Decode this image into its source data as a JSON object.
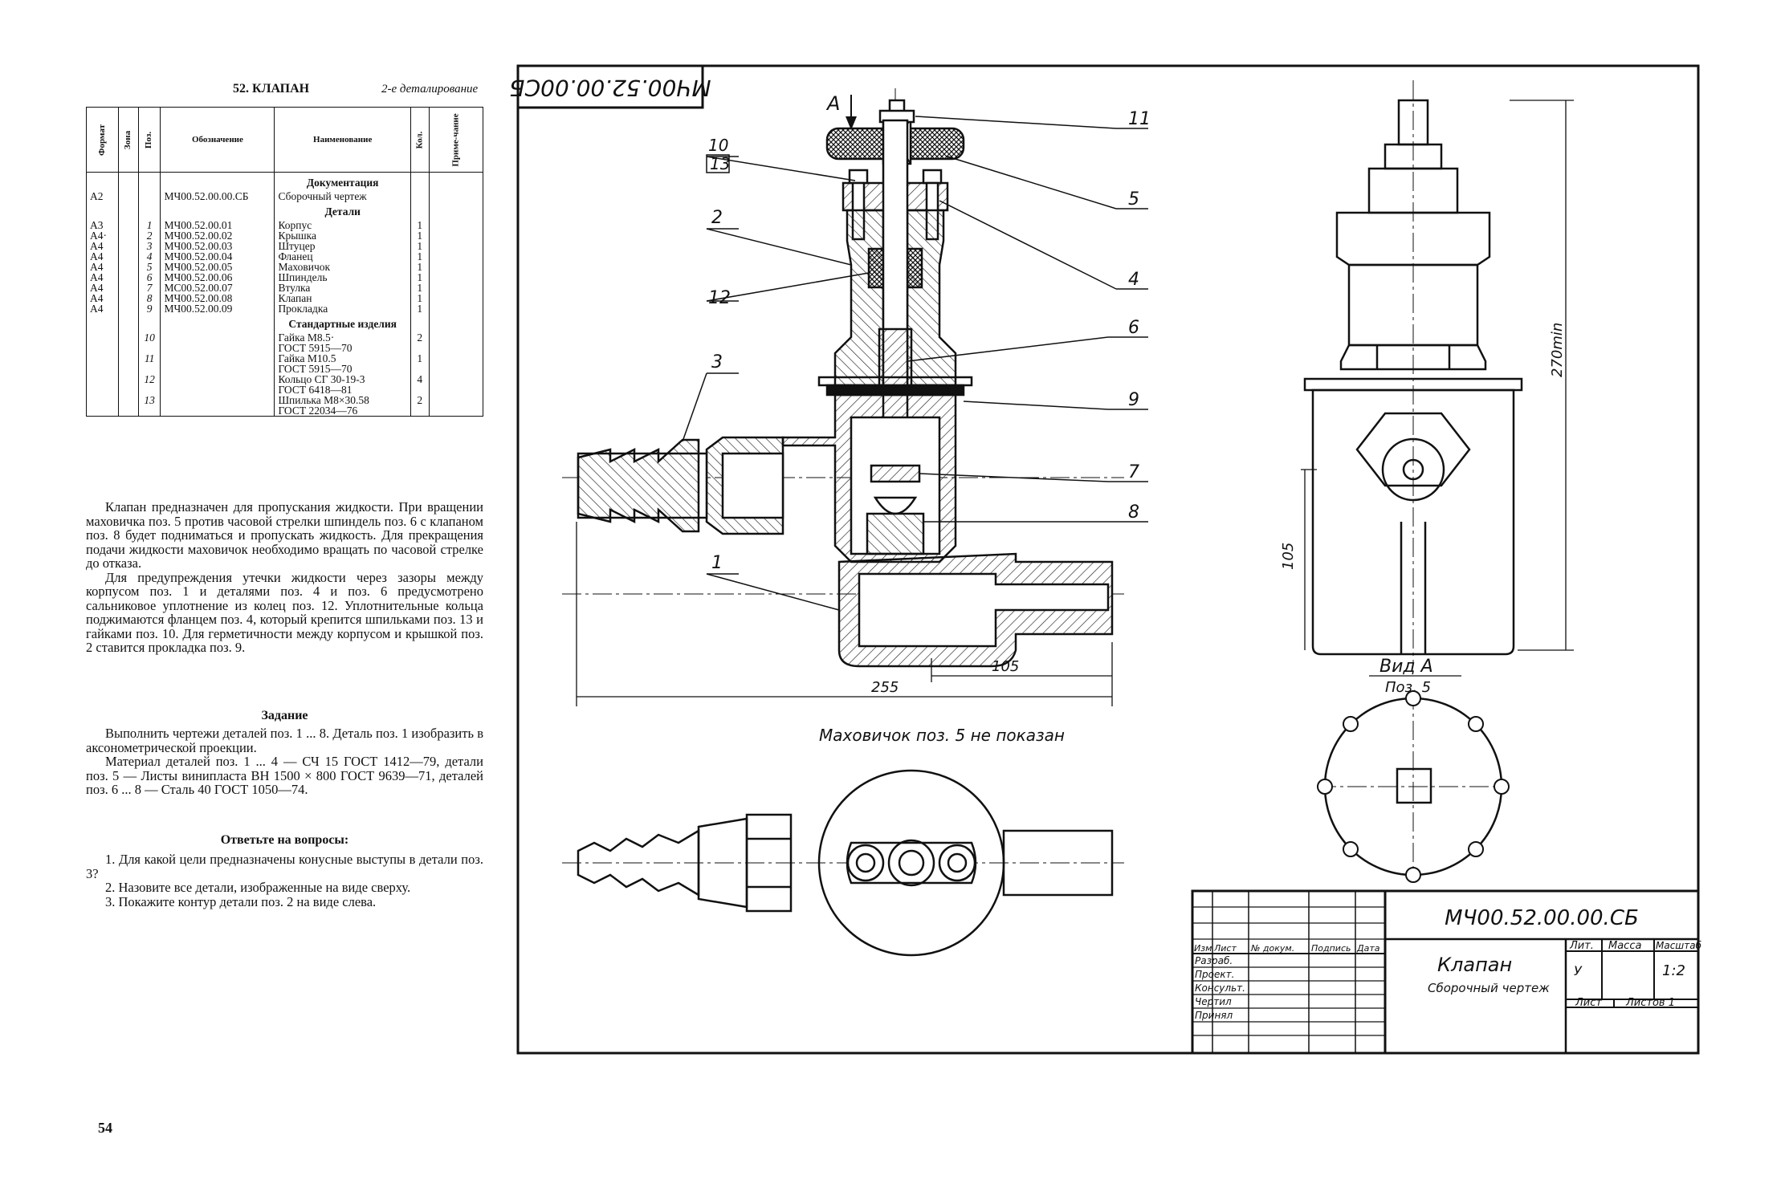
{
  "header": {
    "section_title": "2-е деталирование",
    "page_title": "52. КЛАПАН"
  },
  "spec_table": {
    "headers": [
      "Формат",
      "Зона",
      "Поз.",
      "Обозначение",
      "Наименование",
      "Кол.",
      "Приме-чание"
    ],
    "sections": {
      "documentation": "Документация",
      "parts": "Детали",
      "standard": "Стандартные изделия"
    },
    "doc_rows": [
      {
        "format": "А2",
        "zone": "",
        "pos": "",
        "designation": "МЧ00.52.00.00.СБ",
        "name": "Сборочный чертеж",
        "qty": ""
      }
    ],
    "part_rows": [
      {
        "format": "А3",
        "pos": "1",
        "designation": "МЧ00.52.00.01",
        "name": "Корпус",
        "qty": "1"
      },
      {
        "format": "А4·",
        "pos": "2",
        "designation": "МЧ00.52.00.02",
        "name": "Крышка",
        "qty": "1"
      },
      {
        "format": "А4",
        "pos": "3",
        "designation": "МЧ00.52.00.03",
        "name": "Штуцер",
        "qty": "1"
      },
      {
        "format": "А4",
        "pos": "4",
        "designation": "МЧ00.52.00.04",
        "name": "Фланец",
        "qty": "1"
      },
      {
        "format": "А4",
        "pos": "5",
        "designation": "МЧ00.52.00.05",
        "name": "Маховичок",
        "qty": "1"
      },
      {
        "format": "А4",
        "pos": "6",
        "designation": "МЧ00.52.00.06",
        "name": "Шпиндель",
        "qty": "1"
      },
      {
        "format": "А4",
        "pos": "7",
        "designation": "МС00.52.00.07",
        "name": "Втулка",
        "qty": "1"
      },
      {
        "format": "А4",
        "pos": "8",
        "designation": "МЧ00.52.00.08",
        "name": "Клапан",
        "qty": "1"
      },
      {
        "format": "А4",
        "pos": "9",
        "designation": "МЧ00.52.00.09",
        "name": "Прокладка",
        "qty": "1"
      }
    ],
    "standard_rows": [
      {
        "pos": "10",
        "name1": "Гайка М8.5·",
        "name2": "ГОСТ 5915—70",
        "qty": "2"
      },
      {
        "pos": "11",
        "name1": "Гайка М10.5",
        "name2": "ГОСТ 5915—70",
        "qty": "1"
      },
      {
        "pos": "12",
        "name1": "Кольцо СГ 30-19-3",
        "name2": "ГОСТ 6418—81",
        "qty": "4"
      },
      {
        "pos": "13",
        "name1": "Шпилька М8×30.58",
        "name2": "ГОСТ 22034—76",
        "qty": "2"
      }
    ]
  },
  "description": {
    "p1": "Клапан предназначен для пропускания жидкости. При вращении маховичка поз. 5 против часовой стрелки шпиндель поз. 6 с клапаном поз. 8 будет подниматься и пропускать жидкость. Для прекращения подачи жидкости маховичок необходимо вращать по часовой стрелке до отказа.",
    "p2": "Для предупреждения утечки жидкости через зазоры между корпусом поз. 1 и деталями поз. 4 и поз. 6 предусмотрено сальниковое уплотнение из колец поз. 12. Уплотнительные кольца поджимаются фланцем поз. 4, который крепится шпильками поз. 13 и гайками поз. 10. Для герметичности между корпусом и крышкой поз. 2 ставится прокладка поз. 9."
  },
  "task": {
    "title": "Задание",
    "p1": "Выполнить чертежи деталей поз. 1 ... 8. Деталь поз. 1 изобразить в аксонометрической проекции.",
    "p2": "Материал деталей поз. 1 ... 4 — СЧ 15 ГОСТ 1412—79, детали поз. 5 — Листы винипласта ВН 1500 × 800 ГОСТ 9639—71, деталей поз. 6 ... 8 — Сталь 40 ГОСТ 1050—74."
  },
  "questions": {
    "title": "Ответьте на вопросы:",
    "q1": "1. Для какой цели предназначены конусные выступы в детали поз. 3?",
    "q2": "2. Назовите все детали, изображенные на виде сверху.",
    "q3": "3. Покажите контур детали поз. 2 на виде слева."
  },
  "page_number": "54",
  "drawing": {
    "top_stamp": "МЧ00.52.00.00СБ",
    "view_arrow": "А",
    "callouts": [
      "1",
      "2",
      "3",
      "4",
      "5",
      "6",
      "7",
      "8",
      "9",
      "10",
      "11",
      "12",
      "13"
    ],
    "dim_255": "255",
    "dim_105_h": "105",
    "dim_105_v": "105",
    "dim_270": "270min",
    "view_a_title": "Вид А",
    "view_a_sub": "Поз. 5",
    "note": "Маховичок поз. 5 не показан",
    "title_block": {
      "designation": "МЧ00.52.00.00.СБ",
      "name": "Клапан",
      "doc_type": "Сборочный чертеж",
      "lit": "Лит.",
      "mass": "Масса",
      "scale_label": "Масштаб",
      "lit_value": "У",
      "scale": "1:2",
      "sheet": "Лист",
      "sheets": "Листов 1",
      "col_izm": "Изм",
      "col_list": "Лист",
      "col_doc": "№ докум.",
      "col_sign": "Подпись",
      "col_date": "Дата",
      "row_dev": "Разраб.",
      "row_proekt": "Проект.",
      "row_cons": "Консульт.",
      "row_drew": "Чертил",
      "row_acc": "Принял"
    }
  }
}
